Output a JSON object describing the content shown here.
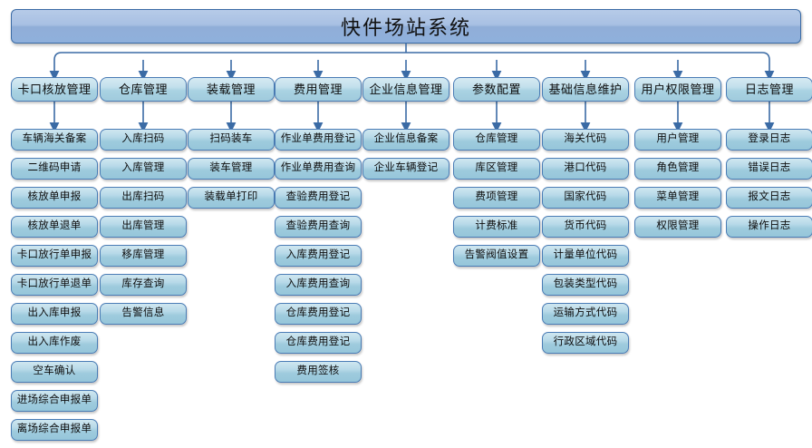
{
  "diagram": {
    "title": "快件场站系统",
    "type": "org-chart",
    "root_color": "#9cb8e0",
    "node_color": "#a8d2e2",
    "border_color": "#4a7cb5",
    "connector_color": "#3b6ba5",
    "columns": [
      {
        "id": "gate-control",
        "parent": "卡口核放管理",
        "children": [
          "车辆海关备案",
          "二维码申请",
          "核放单申报",
          "核放单退单",
          "卡口放行单申报",
          "卡口放行单退单",
          "出入库申报",
          "出入库作废",
          "空车确认",
          "进场综合申报单",
          "离场综合申报单"
        ]
      },
      {
        "id": "warehouse",
        "parent": "仓库管理",
        "children": [
          "入库扫码",
          "入库管理",
          "出库扫码",
          "出库管理",
          "移库管理",
          "库存查询",
          "告警信息"
        ]
      },
      {
        "id": "loading",
        "parent": "装载管理",
        "children": [
          "扫码装车",
          "装车管理",
          "装载单打印"
        ]
      },
      {
        "id": "fee",
        "parent": "费用管理",
        "children": [
          "作业单费用登记",
          "作业单费用查询",
          "查验费用登记",
          "查验费用查询",
          "入库费用登记",
          "入库费用查询",
          "仓库费用登记",
          "仓库费用登记",
          "费用签核"
        ]
      },
      {
        "id": "enterprise",
        "parent": "企业信息管理",
        "children": [
          "企业信息备案",
          "企业车辆登记"
        ]
      },
      {
        "id": "params",
        "parent": "参数配置",
        "children": [
          "仓库管理",
          "库区管理",
          "费项管理",
          "计费标准",
          "告警阀值设置"
        ]
      },
      {
        "id": "basic-info",
        "parent": "基础信息维护",
        "children": [
          "海关代码",
          "港口代码",
          "国家代码",
          "货币代码",
          "计量单位代码",
          "包装类型代码",
          "运输方式代码",
          "行政区域代码"
        ]
      },
      {
        "id": "user-auth",
        "parent": "用户权限管理",
        "children": [
          "用户管理",
          "角色管理",
          "菜单管理",
          "权限管理"
        ]
      },
      {
        "id": "log",
        "parent": "日志管理",
        "children": [
          "登录日志",
          "错误日志",
          "报文日志",
          "操作日志"
        ]
      }
    ]
  }
}
